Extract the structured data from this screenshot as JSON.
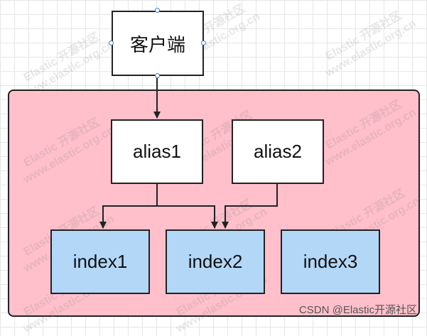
{
  "client": {
    "label": "客户端"
  },
  "aliases": [
    {
      "label": "alias1"
    },
    {
      "label": "alias2"
    }
  ],
  "indices": [
    {
      "label": "index1"
    },
    {
      "label": "index2"
    },
    {
      "label": "index3"
    }
  ],
  "watermark": {
    "line1": "Elastic 开源社区",
    "line2": "www.elastic.org.cn"
  },
  "credit": "CSDN @Elastic开源社区",
  "colors": {
    "container": "#ffc0cb",
    "alias_fill": "#ffffff",
    "index_fill": "#b3d7f7",
    "border": "#222222",
    "handle": "#3a7bd5"
  }
}
